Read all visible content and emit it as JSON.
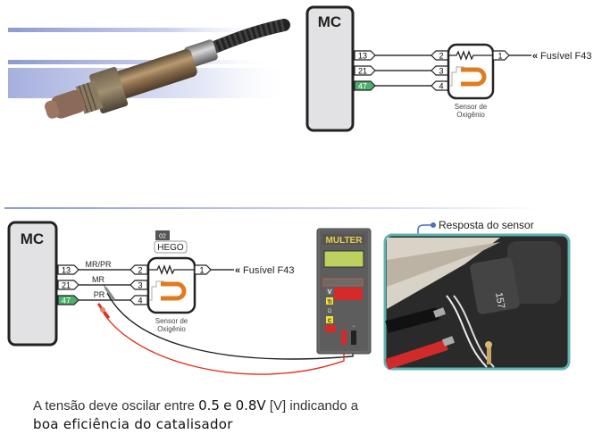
{
  "top_diagram": {
    "module_label": "MC",
    "mc_pins": [
      {
        "number": "13",
        "color": "#ffffff"
      },
      {
        "number": "21",
        "color": "#ffffff"
      },
      {
        "number": "47",
        "color": "#4caf6a"
      }
    ],
    "sensor_pins": [
      "2",
      "3",
      "4"
    ],
    "output_pin": "1",
    "fuse_label": "Fusível F43",
    "fuse_arrow": "«",
    "sensor_label_line1": "Sensor de",
    "sensor_label_line2": "Oxigênio"
  },
  "bottom_diagram": {
    "module_label": "MC",
    "mc_pins": [
      {
        "number": "13",
        "color": "#ffffff"
      },
      {
        "number": "21",
        "color": "#ffffff"
      },
      {
        "number": "47",
        "color": "#4caf6a"
      }
    ],
    "wire_labels": [
      "MR/PR",
      "MR",
      "PR"
    ],
    "sensor_pins": [
      "2",
      "3",
      "4"
    ],
    "output_pin": "1",
    "fuse_label": "Fusível F43",
    "fuse_arrow": "«",
    "badge_code": "02",
    "badge_name": "HEGO",
    "sensor_label_line1": "Sensor de",
    "sensor_label_line2": "Oxigênio"
  },
  "multimeter": {
    "brand": "MULTER",
    "buttons": [
      "V",
      "Ti",
      "Ω",
      "C"
    ],
    "terminal_plus": "+",
    "terminal_minus": "−"
  },
  "photo_callout": {
    "title": "Resposta do sensor",
    "connector_marking": "157"
  },
  "caption": {
    "part1": "A tensão deve oscilar entre ",
    "value_low": "0.5",
    "conjunction": "e",
    "value_high": "0.8V",
    "part2": "[V] indicando a",
    "line2": "boa eficiência do catalisador"
  },
  "colors": {
    "sensor_element": "#e07b1f",
    "green_pin": "#4caf6a",
    "probe_red": "#e0301e",
    "probe_black": "#222222",
    "photo_border": "#5fb3b3",
    "accent_blue": "#8fa0d8"
  }
}
